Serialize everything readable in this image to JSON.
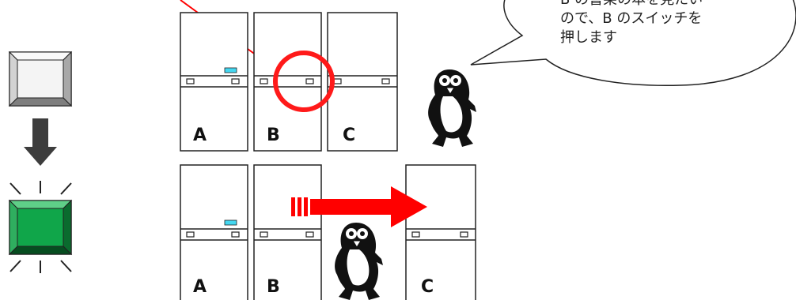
{
  "colors": {
    "pointer_line": "#ff0000",
    "highlight_circle": "#ff1a1a",
    "move_arrow": "#ff0000",
    "cabinet_indicator": "#44d7f0",
    "button_off": "#f4f4f4",
    "button_on": "#10a64a",
    "down_arrow": "#3d3d3d",
    "outline": "#222222"
  },
  "speech_bubble": {
    "lines": [
      "B の書架の本を見たい",
      "ので、B のスイッチを",
      "押します"
    ]
  },
  "cabinets_top": [
    {
      "label": "A",
      "indicator": true
    },
    {
      "label": "B",
      "indicator": false
    },
    {
      "label": "C",
      "indicator": false
    }
  ],
  "cabinets_bottom": [
    {
      "label": "A",
      "indicator": true
    },
    {
      "label": "B",
      "indicator": false
    },
    {
      "label": "C",
      "indicator": false
    }
  ],
  "icons": {
    "switch_off": "square-push-button-icon",
    "switch_on": "lit-push-button-icon",
    "transition": "down-arrow-icon",
    "person": "penguin-icon",
    "movement": "right-arrow-icon"
  }
}
